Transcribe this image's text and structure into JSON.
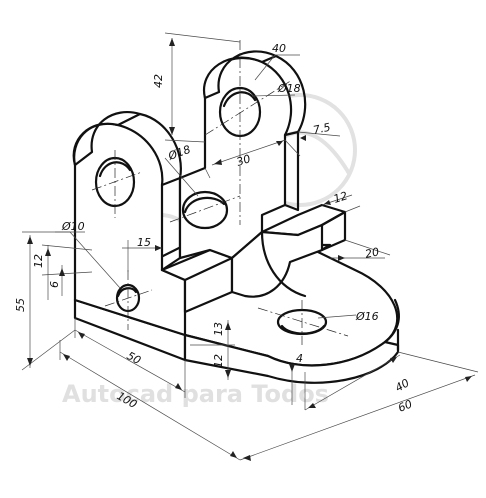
{
  "watermark": {
    "text": "Autocad para Todos"
  },
  "dimensions": {
    "d40": "40",
    "d18_top": "Ø18",
    "d18_left": "Ø18",
    "d42": "42",
    "d30": "30",
    "d7_5": "7.5",
    "d12_top": "12",
    "d20": "20",
    "d10": "Ø10",
    "d15": "15",
    "d12_left": "12",
    "d6": "6",
    "d55": "55",
    "d16": "Ø16",
    "d13": "13",
    "d12_bottom": "12",
    "d4": "4",
    "d50": "50",
    "d100": "100",
    "d60": "60"
  },
  "colors": {
    "line": "#111111",
    "dimension": "#4a4a4a",
    "watermark": "#e0e0e0",
    "background": "#ffffff"
  }
}
